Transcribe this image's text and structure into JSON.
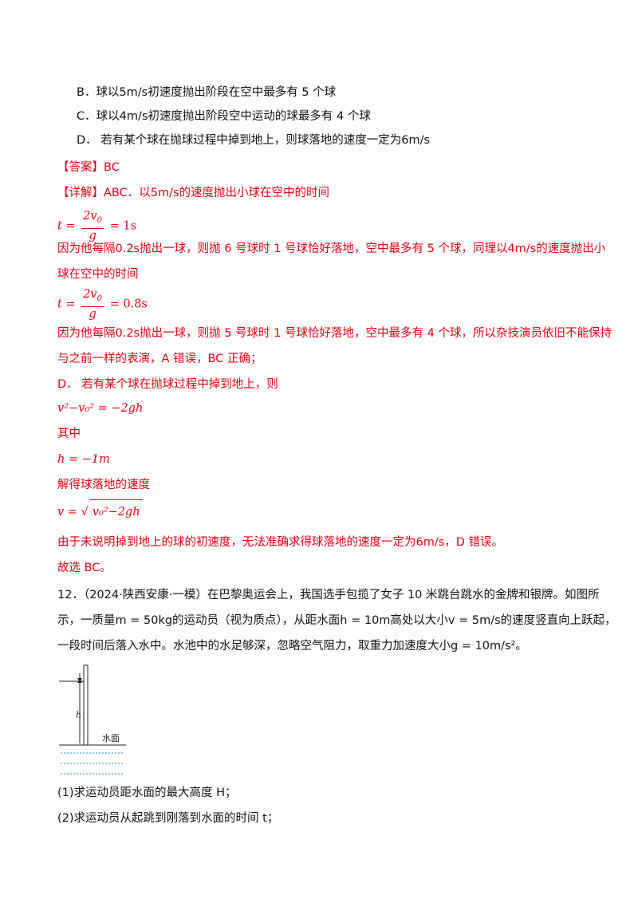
{
  "options": {
    "B": "B．球以5m/s初速度抛出阶段在空中最多有 5 个球",
    "C": "C．球以4m/s初速度抛出阶段空中运动的球最多有 4 个球",
    "D": "D． 若有某个球在抛球过程中掉到地上，则球落地的速度一定为6m/s"
  },
  "answer": "【答案】BC",
  "detail": {
    "intro": "【详解】ABC．以5m/s的速度抛出小球在空中的时间",
    "eq1_lhs": "t =",
    "eq1_num": "2v",
    "eq1_num_sub": "0",
    "eq1_den": "g",
    "eq1_rhs": "= 1s",
    "p1a": "因为他每隔0.2s抛出一球，则抛 6 号球时 1 号球恰好落地，空中最多有 5 个球，同理以4m/s的速度抛出小",
    "p1b": "球在空中的时间",
    "eq2_lhs": "t =",
    "eq2_num": "2v",
    "eq2_num_sub": "0",
    "eq2_den": "g",
    "eq2_rhs": "= 0.8s",
    "p2a": "因为他每隔0.2s抛出一球，则抛 5 号球时 1 号球恰好落地，空中最多有 4 个球，所以杂技演员依旧不能保持",
    "p2b": "与之前一样的表演，A 错误，BC 正确；",
    "p3": "D． 若有某个球在抛球过程中掉到地上，则",
    "eq3": "v²−v₀² = −2gh",
    "p4": "其中",
    "eq4": "h = −1m",
    "p5": "解得球落地的速度",
    "eq5_lhs": "v =",
    "eq5_rad": "v₀²−2gh",
    "p6": "由于未说明掉到地上的球的初速度，无法准确求得球落地的速度一定为6m/s，D 错误。",
    "p7": "故选 BC。"
  },
  "question12": {
    "line1": "12．（2024·陕西安康·一模）在巴黎奥运会上，我国选手包揽了女子 10 米跳台跳水的金牌和银牌。如图所",
    "line2": "示，一质量m = 50kg的运动员（视为质点），从距水面h = 10m高处以大小v = 5m/s的速度竖直向上跃起，",
    "line3": "一段时间后落入水中。水池中的水足够深，忽略空气阻力，取重力加速度大小g = 10m/s²。",
    "diagram_h_label": "h",
    "diagram_water_label": "水面",
    "sub1": "(1)求运动员距水面的最大高度 H；",
    "sub2": "(2)求运动员从起跳到刚落到水面的时间 t；"
  }
}
